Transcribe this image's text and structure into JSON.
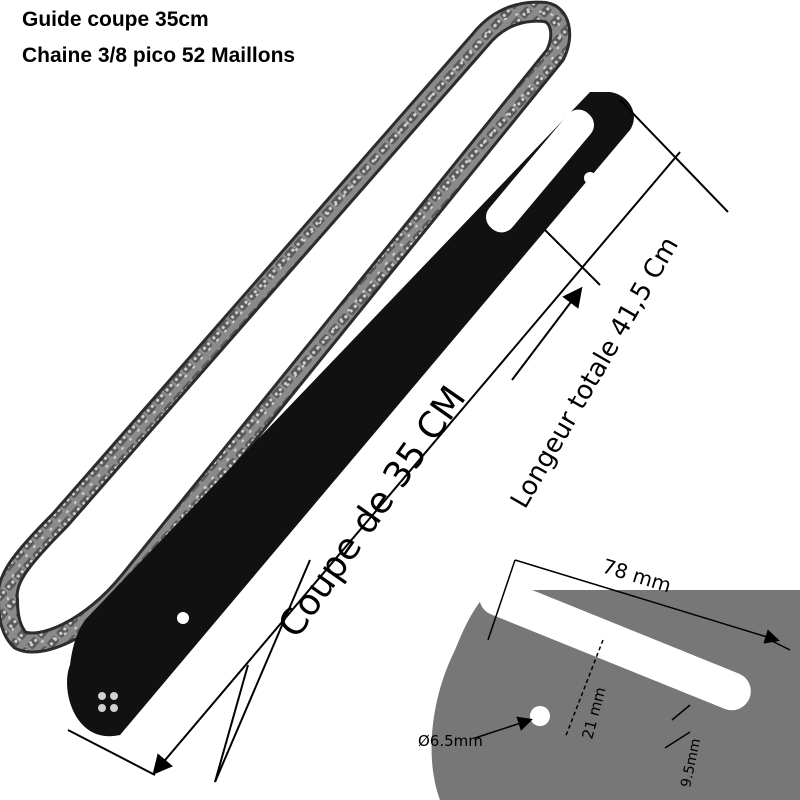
{
  "header": {
    "line1": "Guide coupe 35cm",
    "line2": "Chaine 3/8 pico 52 Maillons"
  },
  "annotations": {
    "cut_length": "Coupe de 35 CM",
    "total_length": "Longeur totale 41,5 Cm",
    "width": "78 mm",
    "hole_spacing": "21 mm",
    "hole_diameter": "Ø6.5mm",
    "slot_width": "9.5mm"
  },
  "colors": {
    "bar": "#111111",
    "chain": "#7a7a7a",
    "detail_plate": "#777777"
  }
}
